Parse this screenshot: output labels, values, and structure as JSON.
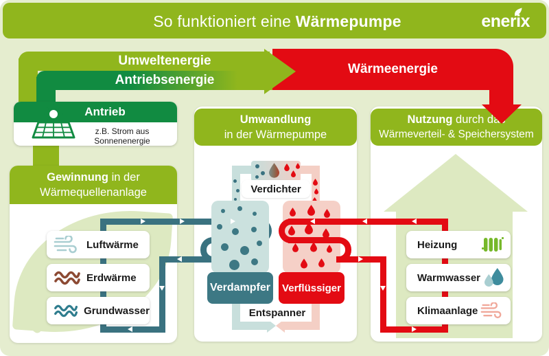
{
  "header": {
    "title_regular": "So funktioniert eine",
    "title_bold": "Wärmepumpe",
    "brand": "enerix",
    "brand_icon": "leaf-icon"
  },
  "energy_flow": {
    "umweltenergie": "Umweltenergie",
    "antriebsenergie": "Antriebsenergie",
    "waermeenergie": "Wärmeenergie"
  },
  "antrieb": {
    "title": "Antrieb",
    "subtitle": "z.B. Strom aus Sonnenenergie",
    "icon": "solar-panel-icon"
  },
  "gewinnung": {
    "title_bold": "Gewinnung",
    "title_rest": "in der",
    "title_line2": "Wärmequellenanlage",
    "items": [
      {
        "label": "Luftwärme",
        "icon": "wind-icon"
      },
      {
        "label": "Erdwärme",
        "icon": "ground-waves-icon"
      },
      {
        "label": "Grundwasser",
        "icon": "water-waves-icon"
      }
    ]
  },
  "umwandlung": {
    "title_bold": "Umwandlung",
    "title_line2": "in der Wärmepumpe",
    "verdichter": "Verdichter",
    "verdampfer": "Verdampfer",
    "verfluessiger": "Verflüssiger",
    "entspanner": "Entspanner"
  },
  "nutzung": {
    "title_bold": "Nutzung",
    "title_rest": "durch das",
    "title_line2": "Wärmeverteil- & Speichersystem",
    "items": [
      {
        "label": "Heizung",
        "icon": "radiator-icon"
      },
      {
        "label": "Warmwasser",
        "icon": "water-drops-icon"
      },
      {
        "label": "Klimaanlage",
        "icon": "air-flow-icon"
      }
    ]
  },
  "colors": {
    "light_green": "#90b61d",
    "dark_green": "#118b41",
    "red": "#e30b13",
    "teal_pipe": "#3a7280",
    "pale_bg": "#e5edcf",
    "pale_leaf": "#dde9c1",
    "evaporator_fill": "#cbe1de",
    "condenser_fill": "#f5d0c7",
    "evaporator_label_bg": "#3d7884",
    "pipe_blue": "#c8dfdc",
    "pipe_pink": "#f4cfc5",
    "wind_blue": "#a9ced1",
    "waves_brown": "#8c4a33",
    "waves_teal": "#2f7d8e",
    "radiator_green": "#76b82a",
    "drop_teal": "#3e8c9d",
    "drop_light": "#a9ced1",
    "air_pink": "#f0a89a"
  }
}
